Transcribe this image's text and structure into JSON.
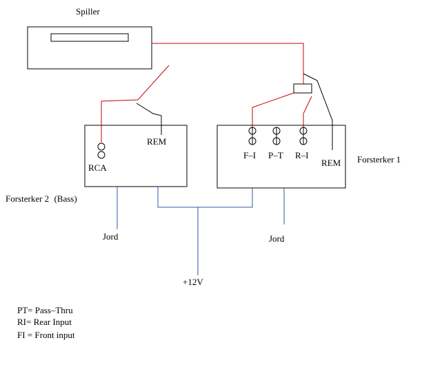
{
  "colors": {
    "signal_wire": "#cc0000",
    "power_wire": "#3355aa",
    "remote_wire": "#000000"
  },
  "components": {
    "head_unit": {
      "label": "Spiller"
    },
    "amp1": {
      "label": "Forsterker 1",
      "jacks": [
        "F–I",
        "P–T",
        "R–I"
      ],
      "remote_label": "REM"
    },
    "amp2": {
      "label": "Forsterker 2",
      "label_suffix": "(Bass)",
      "rca_label": "RCA",
      "remote_label": "REM"
    }
  },
  "ground_labels": {
    "left": "Jord",
    "right": "Jord"
  },
  "power_label": "+12V",
  "legend": [
    "PT= Pass–Thru",
    "RI= Rear Input",
    "FI = Front input"
  ]
}
